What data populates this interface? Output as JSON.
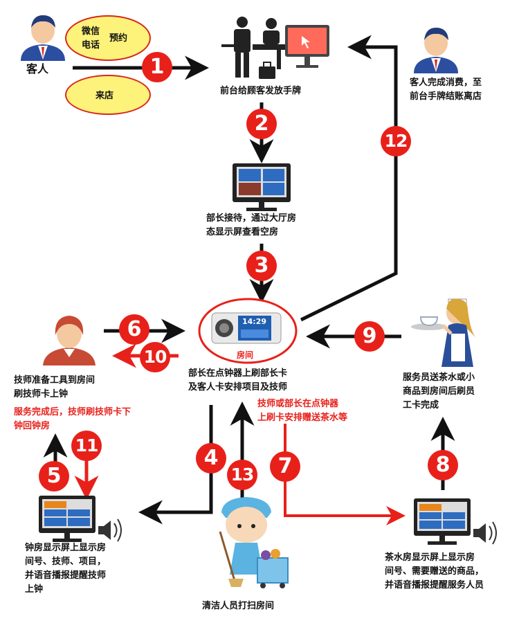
{
  "customer_label": "客人",
  "bubble_booking": {
    "line1": "微信",
    "line2": "电话",
    "line3": "预约"
  },
  "bubble_walkin": "来店",
  "front_desk_label": "前台给顾客发放手牌",
  "checkout_label": {
    "line1": "客人完成消费，至",
    "line2": "前台手牌结账离店"
  },
  "room_display_label": {
    "line1": "部长接待，通过大厅房",
    "line2": "态显示屏查看空房"
  },
  "room_device": {
    "screen_time": "14:29",
    "caption": "房间"
  },
  "room_action_label": {
    "line1": "部长在点钟器上刷部长卡",
    "line2": "及客人卡安排项目及技师"
  },
  "technician_label": {
    "line1": "技师准备工具到房间",
    "line2": "刷技师卡上钟"
  },
  "service_done_label": {
    "line1": "服务完成后，技师刷技师卡下",
    "line2": "钟回钟房"
  },
  "tea_gift_label": {
    "line1": "技师或部长在点钟器",
    "line2": "上刷卡安排赠送茶水等"
  },
  "waiter_label": {
    "line1": "服务员送茶水或小",
    "line2": "商品到房间后刷员",
    "line3": "工卡完成"
  },
  "clock_room_label": {
    "line1": "钟房显示屏上显示房",
    "line2": "间号、技师、项目，",
    "line3": "并语音播报提醒技师",
    "line4": "上钟"
  },
  "cleaner_label": "清洁人员打扫房间",
  "tea_room_label": {
    "line1": "茶水房显示屏上显示房",
    "line2": "间号、需要赠送的商品，",
    "line3": "并语音播报提醒服务人员"
  },
  "step_numbers": [
    "1",
    "2",
    "3",
    "4",
    "5",
    "6",
    "7",
    "8",
    "9",
    "10",
    "11",
    "12",
    "13"
  ],
  "colors": {
    "accent_red": "#e8201a",
    "bubble_yellow": "#fdf27a",
    "arrow_black": "#111111"
  }
}
